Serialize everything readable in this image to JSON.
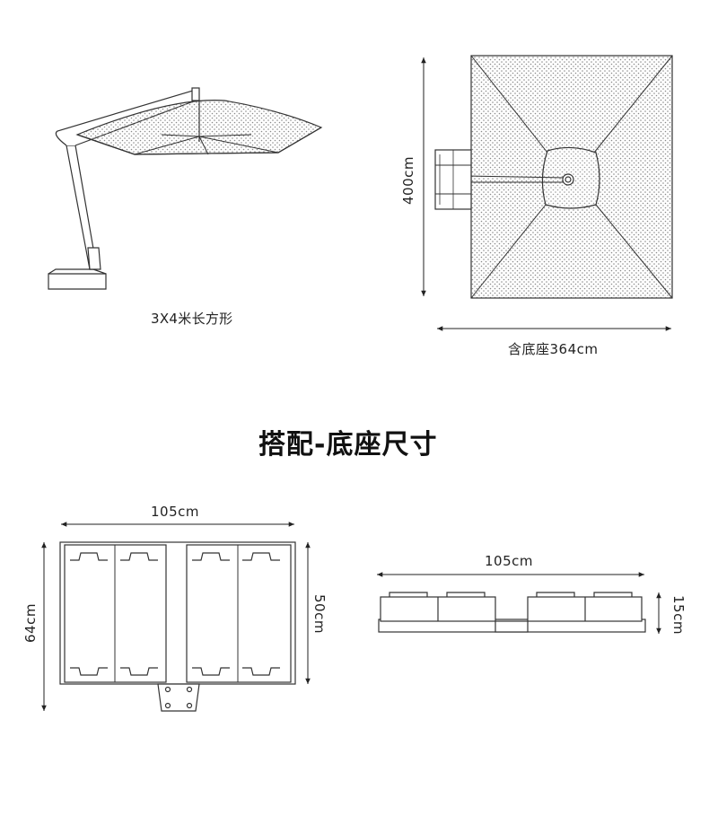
{
  "side_view": {
    "caption": "3X4米长方形"
  },
  "top_view": {
    "height_label": "400cm",
    "width_label": "含底座364cm"
  },
  "base_section": {
    "title": "搭配-底座尺寸",
    "top_width_label": "105cm",
    "outer_height_label": "64cm",
    "inner_height_label": "50cm",
    "side_width_label": "105cm",
    "side_height_label": "15cm"
  },
  "colors": {
    "line": "#333333",
    "dot": "#9a9a9a",
    "background": "#ffffff"
  }
}
